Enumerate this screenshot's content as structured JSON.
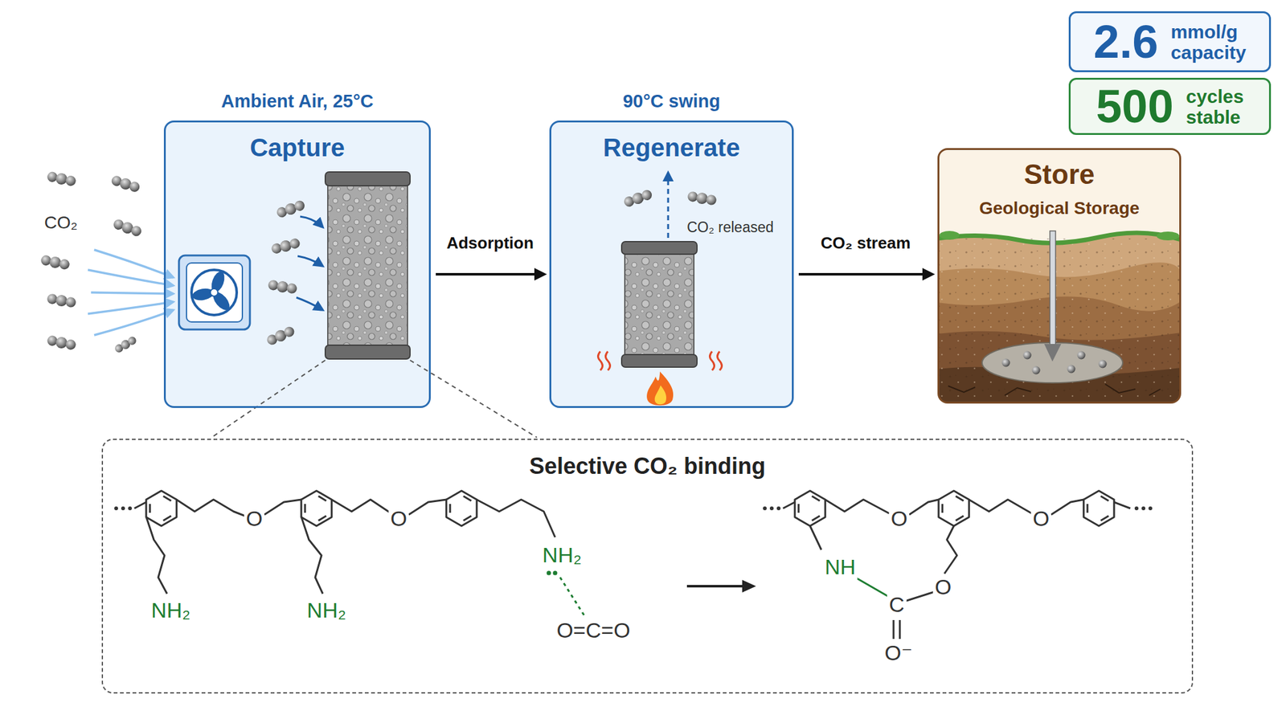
{
  "diagram": {
    "nodes": [
      {
        "text": [
          "Ambient Air, 25°C",
          "Capture"
        ]
      },
      {
        "text": [
          "90°C swing",
          "Regenerate"
        ]
      },
      {
        "text": [
          "Store",
          "Geological Storage"
        ]
      },
      {
        "text": [
          "2.6",
          "mmol/g capacity"
        ]
      },
      {
        "text": [
          "500",
          "cycles stable"
        ]
      },
      {
        "text": [
          "Selective CO₂ binding"
        ]
      }
    ],
    "edges": [
      {
        "from": 0,
        "to": 1,
        "label": "Adsorption",
        "arrow": "to"
      },
      {
        "from": 1,
        "to": 2,
        "label": "CO₂ stream",
        "arrow": "to"
      }
    ],
    "labels": [
      "CO₂",
      "CO₂ released",
      "O",
      "O",
      "NH₂",
      "NH₂",
      "NH₂",
      "O=C=O",
      "O",
      "O",
      "NH",
      "C",
      "O",
      "O⁻"
    ]
  }
}
